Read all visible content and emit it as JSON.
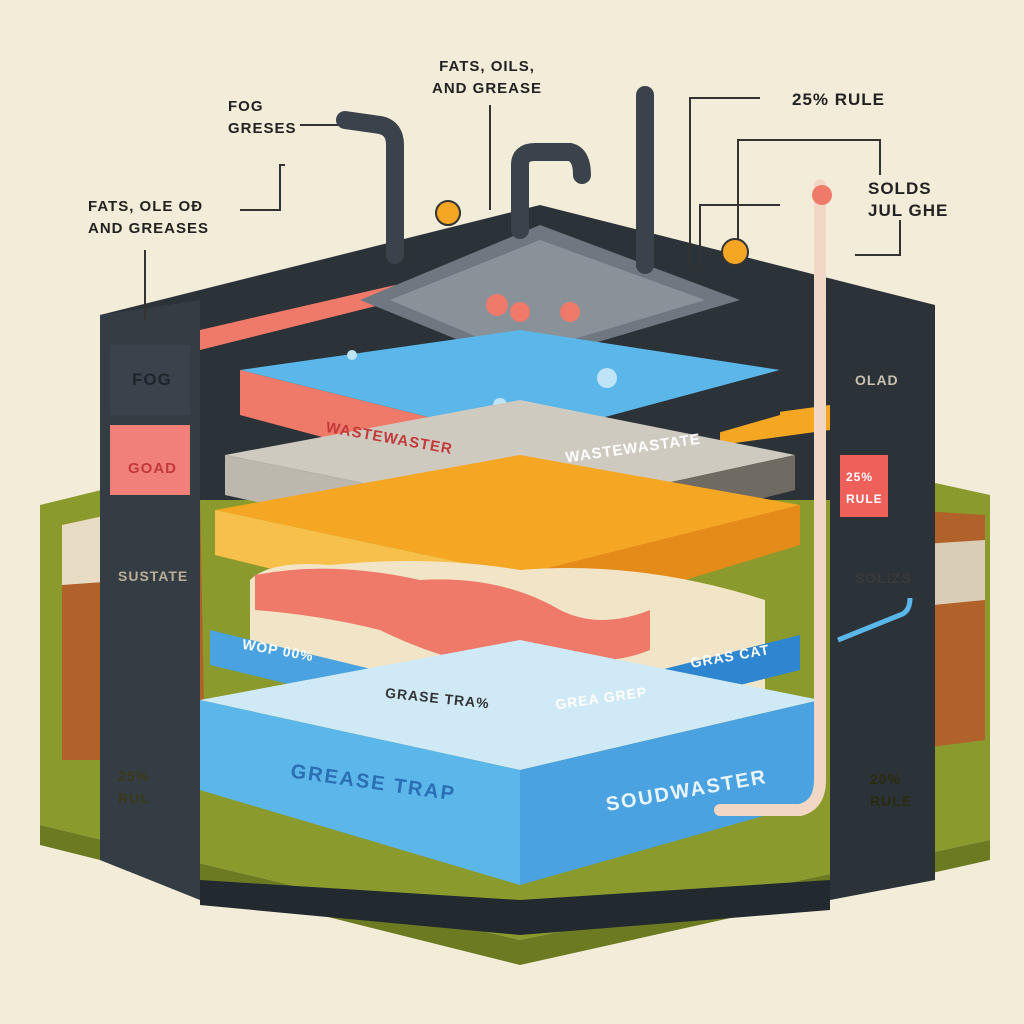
{
  "callouts": {
    "fog_greases_line1": "FOG",
    "fog_greases_line2": "GRESES",
    "fats_oils_top_line1": "FATS, OILS,",
    "fats_oils_top_line2": "AND GREASE",
    "rule_25": "25% RULE",
    "fats_left_line1": "FATS, OLE OÐ",
    "fats_left_line2": "AND GREASES",
    "solids_line1": "SOLDS",
    "solids_line2": "JUL GHE"
  },
  "side_labels": {
    "fog": "FOG",
    "goad": "GOAD",
    "substate": "SUSTATE",
    "left_pct_line1": "25%",
    "left_pct_line2": "RUL",
    "right_olad": "OLAD",
    "right_rule_line1": "25%",
    "right_rule_line2": "RULE",
    "right_solids": "SOLIZS",
    "right_pct_line1": "20%",
    "right_pct_line2": "RULE"
  },
  "layers": {
    "wastewater_front": "WASTEWASTER",
    "wastewater_side": "WASTEWASTATE",
    "band_left": "WOP 00%",
    "band_right": "GRAS CAT",
    "grease_trap_small": "GRASE TRA%",
    "grease_grep": "GREA GREP",
    "grease_trap": "GREASE TRAP",
    "soudwaster": "SOUDWASTER"
  },
  "colors": {
    "background": "#f3ecd8",
    "tank_dark": "#2b3238",
    "water": "#5bb6ea",
    "grease_red": "#f07a6a",
    "sludge_orange": "#f5a623",
    "soil": "#b1622a",
    "grass": "#8a9a2c"
  }
}
